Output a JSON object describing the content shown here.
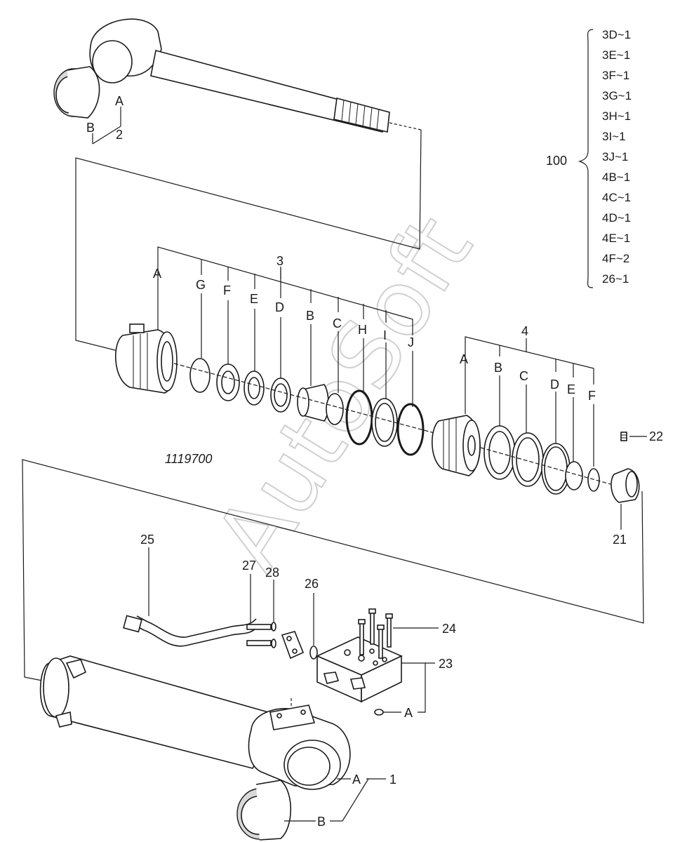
{
  "diagram": {
    "drawing_number": "1119700",
    "watermark": "AutoSoft",
    "kit": {
      "number": "100",
      "items": [
        "3D~1",
        "3E~1",
        "3F~1",
        "3G~1",
        "3H~1",
        "3I~1",
        "3J~1",
        "4B~1",
        "4C~1",
        "4D~1",
        "4E~1",
        "4F~2",
        "26~1"
      ]
    },
    "rod_assembly": {
      "number": "2",
      "a": "A",
      "b": "B"
    },
    "gland_assembly": {
      "number": "3",
      "a": "A",
      "g": "G",
      "f": "F",
      "e": "E",
      "d": "D",
      "b": "B",
      "c": "C",
      "h": "H",
      "i": "I",
      "j": "J"
    },
    "piston_assembly": {
      "number": "4",
      "a": "A",
      "b": "B",
      "c": "C",
      "d": "D",
      "e": "E",
      "f": "F"
    },
    "parts": {
      "p21": "21",
      "p22": "22",
      "p23": "23",
      "p24": "24",
      "p25": "25",
      "p26": "26",
      "p27": "27",
      "p28": "28",
      "p1": "1"
    },
    "valve_callout": {
      "a": "A"
    },
    "tube_assembly": {
      "a": "A",
      "b": "B"
    }
  }
}
